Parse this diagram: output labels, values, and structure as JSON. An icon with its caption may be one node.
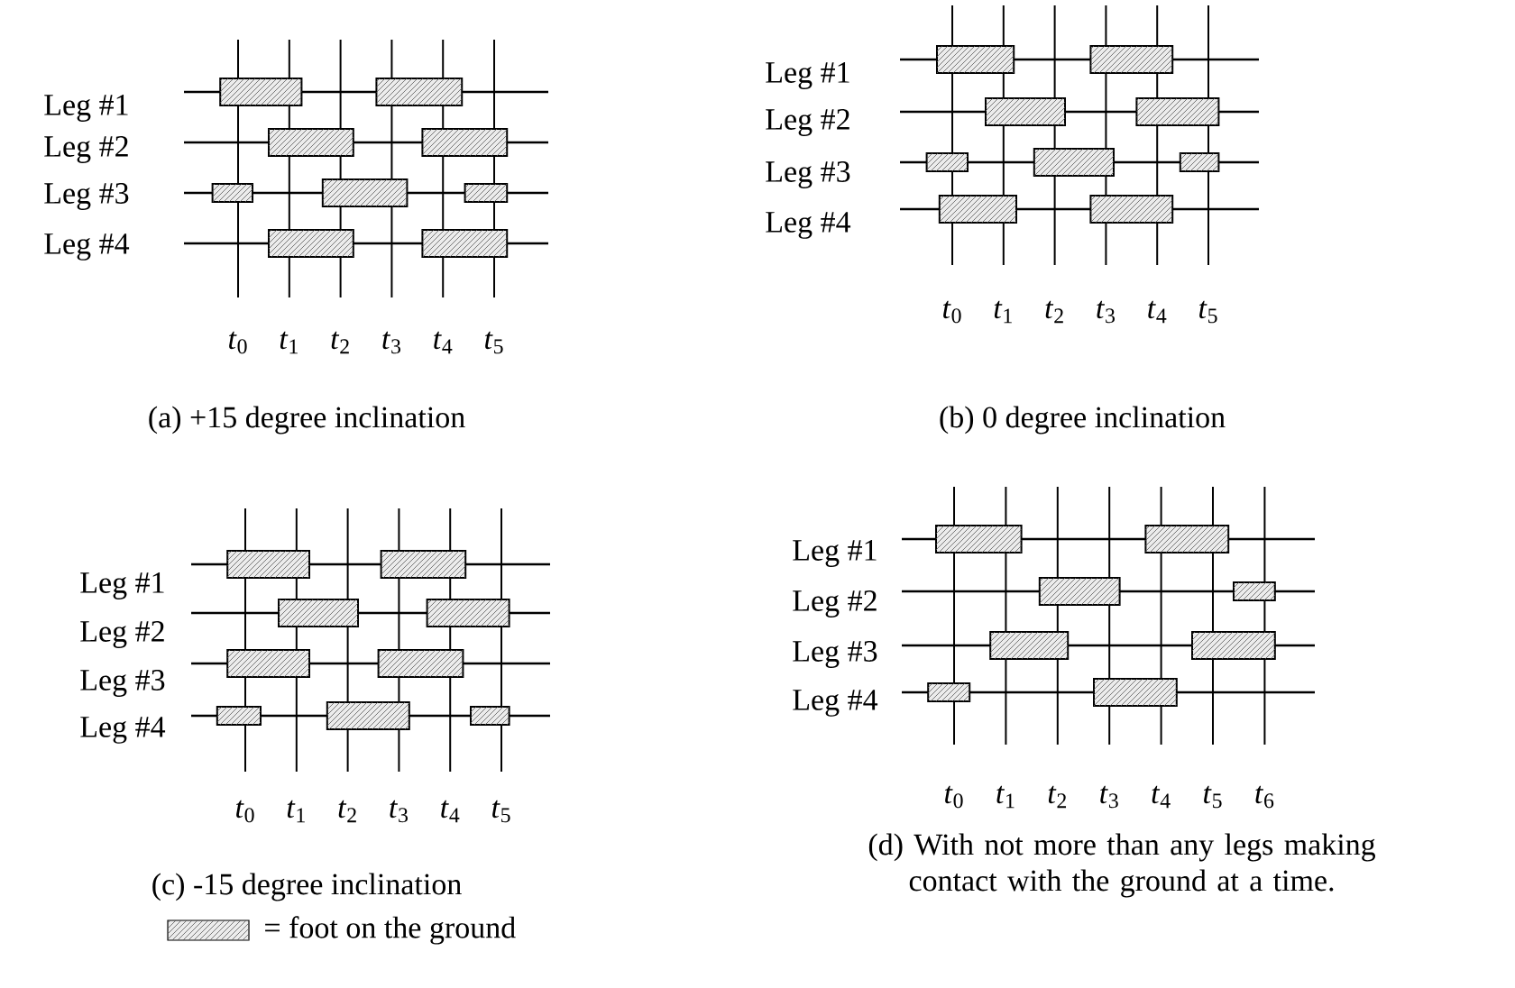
{
  "diagram": {
    "labels": [
      "Leg #1",
      "Leg #2",
      "Leg #3",
      "Leg #4",
      "*t*$_{0}$",
      "*t*$_{1}$",
      "*t*$_{2}$",
      "*t*$_{3}$",
      "*t*$_{4}$",
      "*t*$_{5}$",
      "(a) +15 degree inclination",
      "Leg #1",
      "Leg #2",
      "Leg #3",
      "Leg #4",
      "*t*$_{0}$",
      "*t*$_{1}$",
      "*t*$_{2}$",
      "*t*$_{3}$",
      "*t*$_{4}$",
      "*t*$_{5}$",
      "(b) 0 degree inclination",
      "Leg #1",
      "Leg #2",
      "Leg #3",
      "Leg #4",
      "*t*$_{0}$",
      "*t*$_{1}$",
      "*t*$_{2}$",
      "*t*$_{3}$",
      "*t*$_{4}$",
      "*t*$_{5}$",
      "(c) -15 degree inclination",
      "Leg #1",
      "Leg #2",
      "Leg #3",
      "Leg #4",
      "*t*$_{0}$",
      "*t*$_{1}$",
      "*t*$_{2}$",
      "*t*$_{3}$",
      "*t*$_{4}$",
      "*t*$_{5}$",
      "*t*$_{6}$",
      "(d) With not more than any legs making contact with the ground at a time."
    ],
    "legend": [
      {
        "text": "= foot on the ground"
      }
    ]
  }
}
